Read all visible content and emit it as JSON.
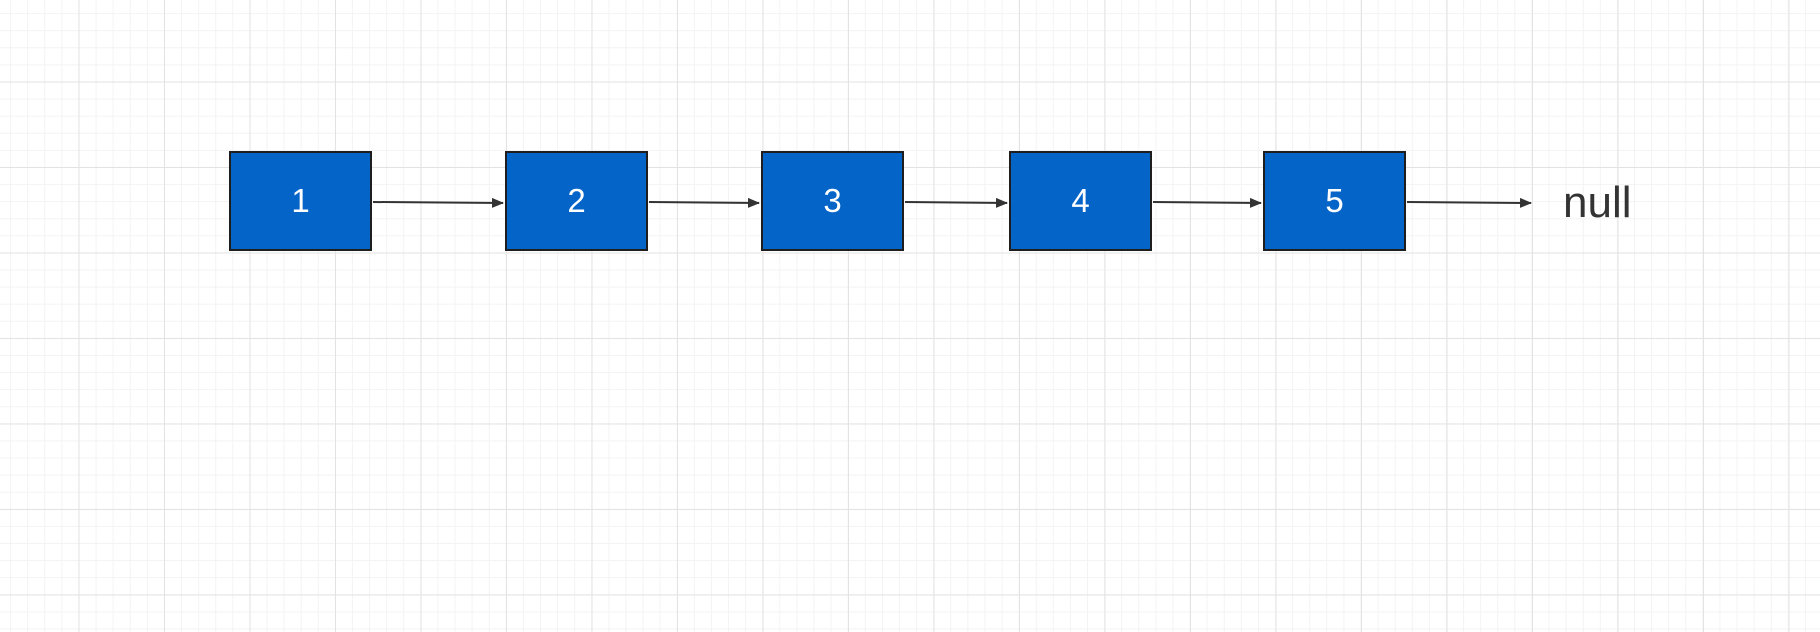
{
  "diagram": {
    "nodes": [
      {
        "label": "1"
      },
      {
        "label": "2"
      },
      {
        "label": "3"
      },
      {
        "label": "4"
      },
      {
        "label": "5"
      }
    ],
    "terminal_label": "null"
  },
  "colors": {
    "node_fill": "#0564c8",
    "node_border": "#1e1e1e",
    "node_text": "#ffffff",
    "arrow": "#333333",
    "grid_major": "#e3e3e3",
    "grid_minor": "#f3f3f3",
    "background": "#ffffff"
  }
}
